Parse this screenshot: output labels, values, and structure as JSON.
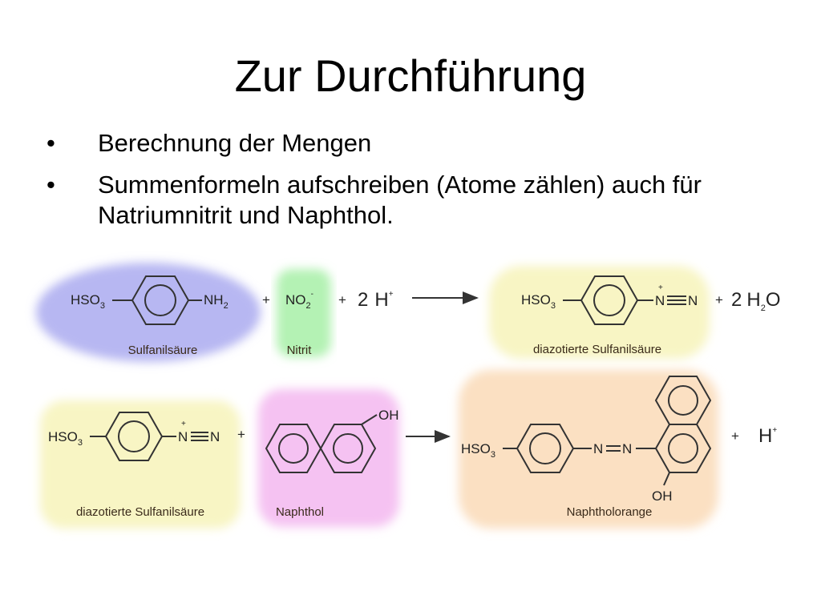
{
  "slide": {
    "title": "Zur Durchführung",
    "bullets": [
      {
        "marker": "•",
        "text": "Berechnung der Mengen"
      },
      {
        "marker": "•",
        "text": "Summenformeln aufschreiben (Atome zählen) auch für Natriumnitrit und Naphthol."
      }
    ]
  },
  "reactions": {
    "row1": {
      "labels": {
        "sulfanilsaeure": "Sulfanilsäure",
        "nitrit": "Nitrit",
        "diazotiert": "diazotierte Sulfanilsäure"
      },
      "formulas": {
        "hso": "HSO",
        "hso_sub": "3",
        "nh": "NH",
        "nh_sub": "2",
        "no": "NO",
        "no_sub": "2",
        "no_sup": "-",
        "plus": "+",
        "h_coef": "2",
        "h": "H",
        "h_sup": "+",
        "n_plus": "+",
        "n1": "N",
        "n2": "N",
        "h2o_coef": "2",
        "h2o": "H",
        "h2o_sub": "2",
        "h2o_o": "O"
      },
      "colors": {
        "sulfanilsaeure": "#b7b7f2",
        "nitrit": "#b4f2b4",
        "diazotiert": "#f8f5c4"
      }
    },
    "row2": {
      "labels": {
        "diazotiert": "diazotierte Sulfanilsäure",
        "naphthol": "Naphthol",
        "naphtholorange": "Naphtholorange"
      },
      "formulas": {
        "hso": "HSO",
        "hso_sub": "3",
        "n_plus": "+",
        "n1": "N",
        "n2": "N",
        "plus": "+",
        "oh": "OH",
        "azo_n1": "N",
        "azo_n2": "N",
        "h": "H",
        "h_sup": "+"
      },
      "colors": {
        "diazotiert": "#f8f5c4",
        "naphthol": "#f5c2f2",
        "naphtholorange": "#fbe0c2"
      }
    }
  }
}
